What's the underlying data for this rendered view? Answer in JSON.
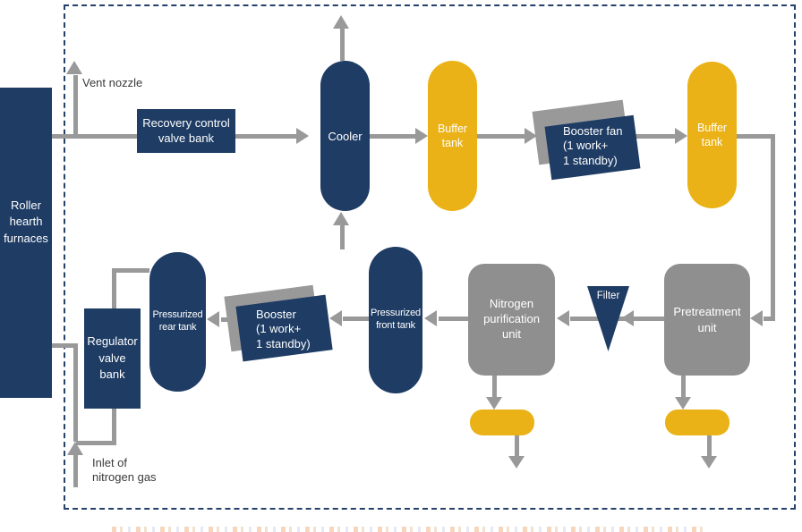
{
  "colors": {
    "navy": "#1e3c64",
    "gold": "#eab216",
    "unit_gray": "#8f8f8f",
    "line_gray": "#999999",
    "frame_dash_blue": "#24406b",
    "label_text": "#3a3a3a"
  },
  "labels": {
    "vent_nozzle": "Vent nozzle",
    "inlet_of_nitrogen_gas": "Inlet of\nnitrogen gas"
  },
  "nodes": {
    "roller_hearth_furnaces": "Roller\nhearth\nfurnaces",
    "recovery_control_valve_bank": "Recovery control\nvalve bank",
    "cooler": "Cooler",
    "buffer_tank_1": "Buffer\ntank",
    "booster_fan": "Booster fan\n(1 work+\n1 standby)",
    "buffer_tank_2": "Buffer\ntank",
    "pretreatment_unit": "Pretreatment\nunit",
    "filter": "Filter",
    "nitrogen_purification_unit": "Nitrogen\npurification\nunit",
    "pressurized_front_tank": "Pressurized\nfront tank",
    "booster": "Booster\n(1 work+\n1 standby)",
    "pressurized_rear_tank": "Pressurized\nrear tank",
    "regulator_valve_bank": "Regulator\nvalve\nbank"
  }
}
